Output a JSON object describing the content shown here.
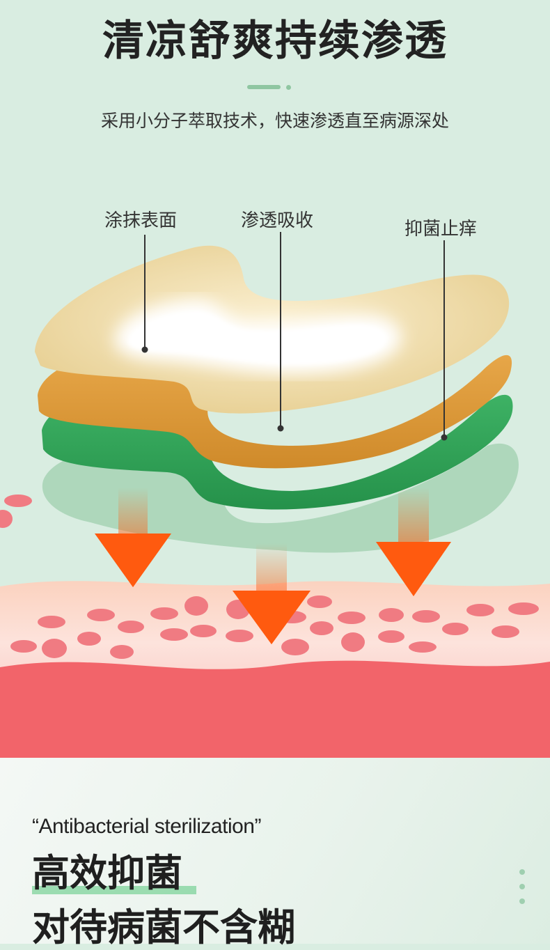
{
  "header": {
    "title": "清凉舒爽持续渗透",
    "subtitle": "采用小分子萃取技术，快速渗透直至病源深处"
  },
  "layers": {
    "surface_label": "涂抹表面",
    "absorb_label": "渗透吸收",
    "antibacterial_label": "抑菌止痒"
  },
  "colors": {
    "background": "#d9ede1",
    "accent_green": "#8fc6a1",
    "cream_layer": "#ecd7a0",
    "orange_layer": "#d99a3a",
    "green_layer": "#2ea052",
    "arrow_orange": "#ff5a0f",
    "skin_red": "#f2646a",
    "dots_pink": "#f07b82"
  },
  "section2": {
    "quote": "“Antibacterial sterilization”",
    "title": "高效抑菌",
    "subtitle": "对待病菌不含糊"
  }
}
